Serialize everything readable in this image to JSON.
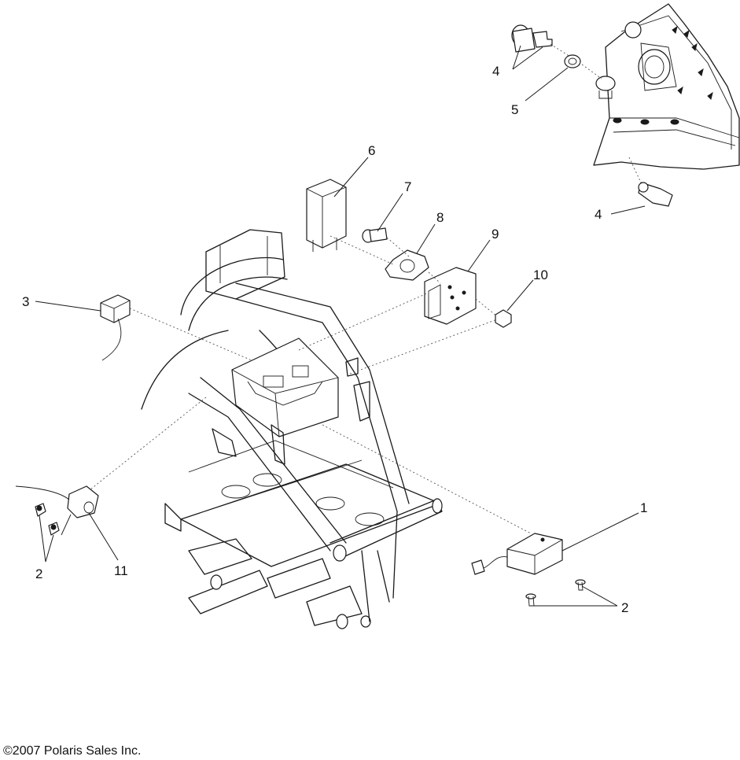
{
  "callouts": [
    {
      "id": "1",
      "label": "1"
    },
    {
      "id": "2a",
      "label": "2"
    },
    {
      "id": "2b",
      "label": "2"
    },
    {
      "id": "3",
      "label": "3"
    },
    {
      "id": "4a",
      "label": "4"
    },
    {
      "id": "4b",
      "label": "4"
    },
    {
      "id": "5",
      "label": "5"
    },
    {
      "id": "6",
      "label": "6"
    },
    {
      "id": "7",
      "label": "7"
    },
    {
      "id": "8",
      "label": "8"
    },
    {
      "id": "9",
      "label": "9"
    },
    {
      "id": "10",
      "label": "10"
    },
    {
      "id": "11",
      "label": "11"
    }
  ],
  "footer": {
    "copyright_symbol": "©",
    "copyright_text": "2007 Polaris Sales Inc."
  },
  "colors": {
    "line": "#1a1a1a",
    "background": "#ffffff"
  }
}
